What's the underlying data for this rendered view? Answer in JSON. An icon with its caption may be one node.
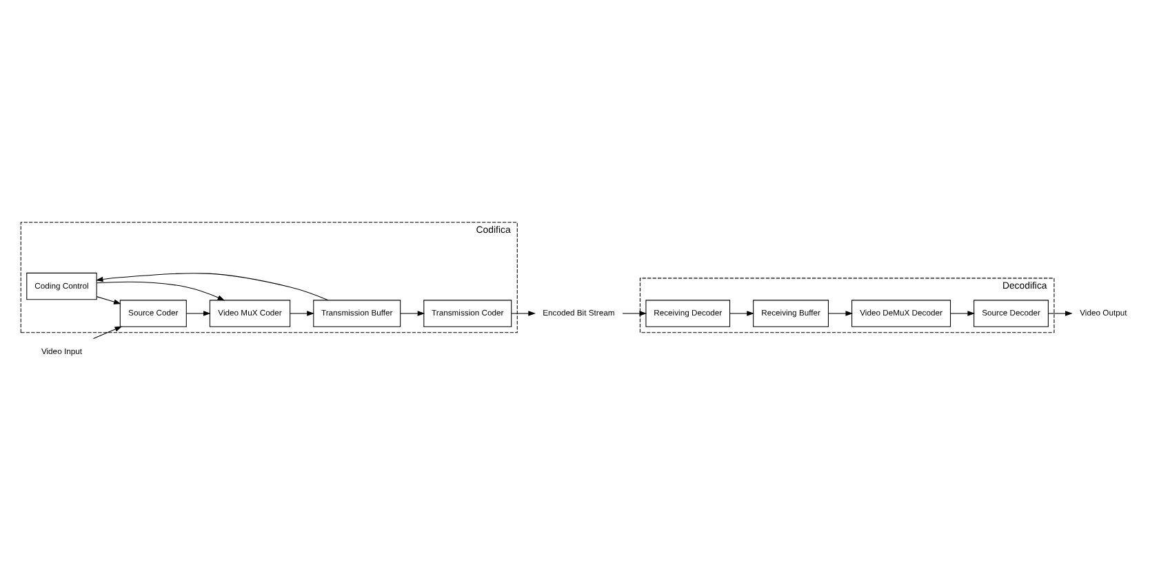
{
  "diagram": {
    "nodes": [
      {
        "text": [
          "Codifica"
        ]
      },
      {
        "text": [
          "Coding Control"
        ],
        "in": 0
      },
      {
        "text": [
          "Source Coder"
        ],
        "in": 0
      },
      {
        "text": [
          "Video MuX Coder"
        ],
        "in": 0
      },
      {
        "text": [
          "Transmission Buffer"
        ],
        "in": 0
      },
      {
        "text": [
          "Transmission Coder"
        ],
        "in": 0
      },
      {
        "text": [
          "Video Input"
        ]
      },
      {
        "text": [
          "Encoded Bit Stream"
        ]
      },
      {
        "text": [
          "Decodifica"
        ]
      },
      {
        "text": [
          "Source Decoder"
        ],
        "in": 8
      },
      {
        "text": [
          "Video DeMuX Decoder"
        ],
        "in": 8
      },
      {
        "text": [
          "Receiving Buffer"
        ],
        "in": 8
      },
      {
        "text": [
          "Receiving Decoder"
        ],
        "in": 8
      },
      {
        "text": [
          "Video Output"
        ]
      }
    ],
    "edges": [
      {
        "from": 6,
        "to": 2,
        "arrow": "to"
      },
      {
        "from": 1,
        "to": 2,
        "arrow": "to"
      },
      {
        "from": 1,
        "to": 3,
        "arrow": "to"
      },
      {
        "from": 2,
        "to": 3,
        "arrow": "to"
      },
      {
        "from": 3,
        "to": 4,
        "arrow": "to"
      },
      {
        "from": 4,
        "to": 1,
        "arrow": "to"
      },
      {
        "from": 4,
        "to": 5,
        "arrow": "to"
      },
      {
        "from": 5,
        "to": 7,
        "arrow": "to"
      },
      {
        "from": 7,
        "to": 12,
        "arrow": "to"
      },
      {
        "from": 12,
        "to": 11,
        "arrow": "to"
      },
      {
        "from": 11,
        "to": 10,
        "arrow": "to"
      },
      {
        "from": 10,
        "to": 9,
        "arrow": "to"
      },
      {
        "from": 9,
        "to": 13,
        "arrow": "to"
      }
    ]
  }
}
